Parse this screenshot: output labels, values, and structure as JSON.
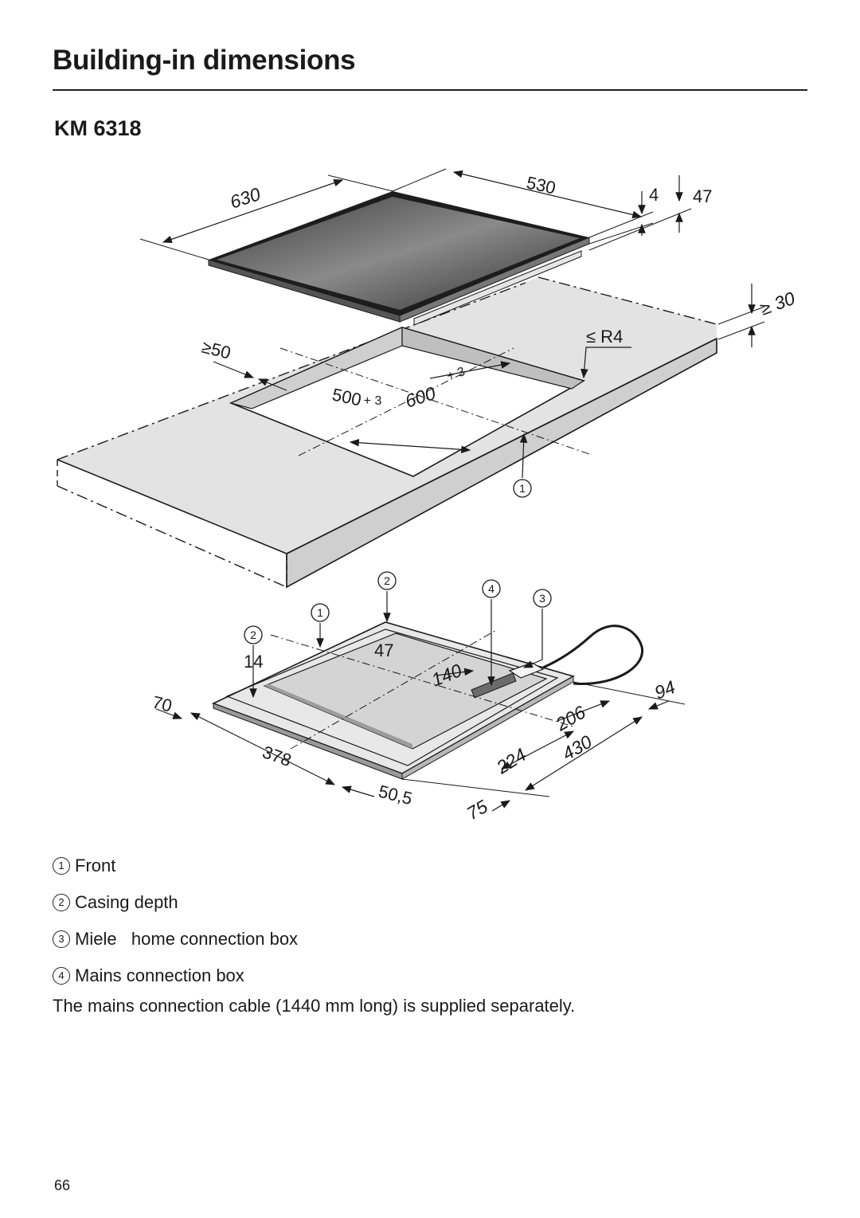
{
  "header": {
    "title": "Building-in dimensions",
    "model": "KM 6318"
  },
  "drawing": {
    "dims": {
      "width": "630",
      "depth": "530",
      "glass_thickness": "4",
      "total_height": "47",
      "worktop_min": "≥ 30",
      "radius": "≤ R4",
      "edge_min": "≥50",
      "cutout_depth": "500",
      "cutout_depth_tol": "+ 3",
      "cutout_width": "600",
      "cutout_width_tol": "+ 3",
      "casing_14": "14",
      "casing_47": "47",
      "casing_70": "70",
      "casing_378": "378",
      "casing_505": "50,5",
      "casing_140": "140",
      "casing_94": "94",
      "casing_206": "206",
      "casing_224": "224",
      "casing_430": "430",
      "casing_75": "75"
    },
    "callouts": [
      "1",
      "2",
      "3",
      "4"
    ]
  },
  "legend": [
    {
      "num": "1",
      "label": "Front"
    },
    {
      "num": "2",
      "label": "Casing depth"
    },
    {
      "num": "3",
      "label": "Miele   home connection box"
    },
    {
      "num": "4",
      "label": "Mains connection box"
    }
  ],
  "note": "The mains connection cable (1440 mm long) is supplied separately.",
  "page_number": "66"
}
